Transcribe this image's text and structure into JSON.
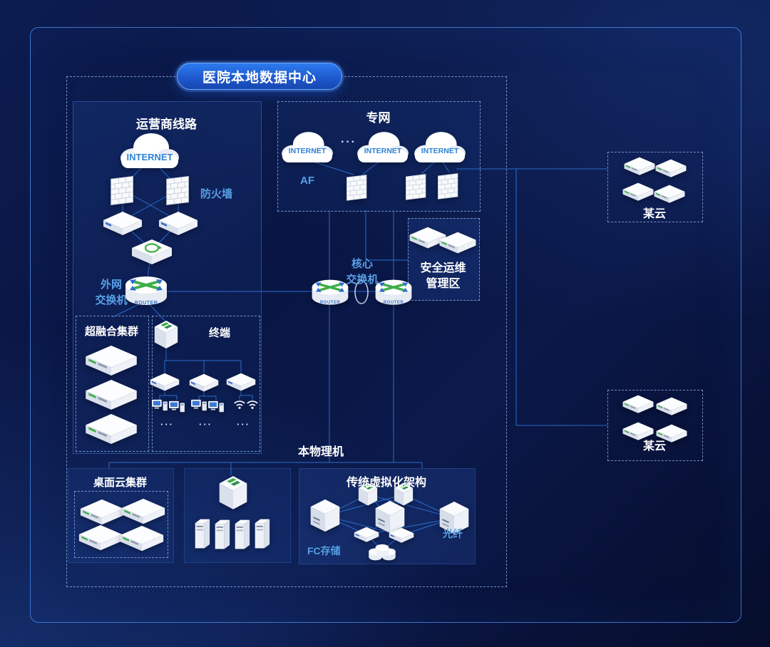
{
  "badge": {
    "title": "医院本地数据中心"
  },
  "colors": {
    "background_navy": "#0a1644",
    "line_blue": "#2f74d8",
    "label_blue": "#57a0e6",
    "badge_blue": "#2b6fe0",
    "device_green": "#3fae49",
    "white": "#ffffff"
  },
  "carrier": {
    "title": "运营商线路",
    "internet_label": "INTERNET",
    "firewall_label": "防火墙",
    "ext_switch_label_line1": "外网",
    "ext_switch_label_line2": "交换机",
    "router_text": "ROUTER"
  },
  "private_net": {
    "title": "专网",
    "internet_labels": [
      "INTERNET",
      "INTERNET",
      "INTERNET"
    ],
    "ellipsis": "···",
    "af_label": "AF"
  },
  "core_switch": {
    "label_line1": "核心",
    "label_line2": "交换机",
    "router_text": "ROUTER"
  },
  "security_zone": {
    "title_line1": "安全运维",
    "title_line2": "管理区"
  },
  "cloud_zone_top": {
    "label": "某云"
  },
  "cloud_zone_bottom": {
    "label": "某云"
  },
  "hci_cluster": {
    "title": "超融合集群"
  },
  "terminal": {
    "title": "终端",
    "ellipsis_groups": [
      "···",
      "···",
      "···"
    ]
  },
  "physical_host": {
    "label": "本物理机"
  },
  "desktop_cloud": {
    "title": "桌面云集群"
  },
  "virtualization": {
    "title": "传统虚拟化架构",
    "fc_storage_label": "FC存储",
    "fiber_label": "光纤"
  },
  "icons": {
    "internet-cloud-icon": "white cloud",
    "firewall-icon": "isometric brick wall",
    "switch-icon": "flat isometric box",
    "load-balancer-icon": "box with green circular arrow",
    "router-icon": "cylinder with green crossing arrows",
    "server-icon": "rack server box with green stripe",
    "cube-switch-icon": "isometric cube with green arrows",
    "host-cube-icon": "large isometric cube with slots",
    "tower-server-icon": "tower server",
    "workstation-icon": "monitor with small tower",
    "wifi-icon": "wifi waves",
    "storage-disks-icon": "cluster of disk cylinders",
    "link-ring-icon": "ellipse ring between core switches"
  }
}
